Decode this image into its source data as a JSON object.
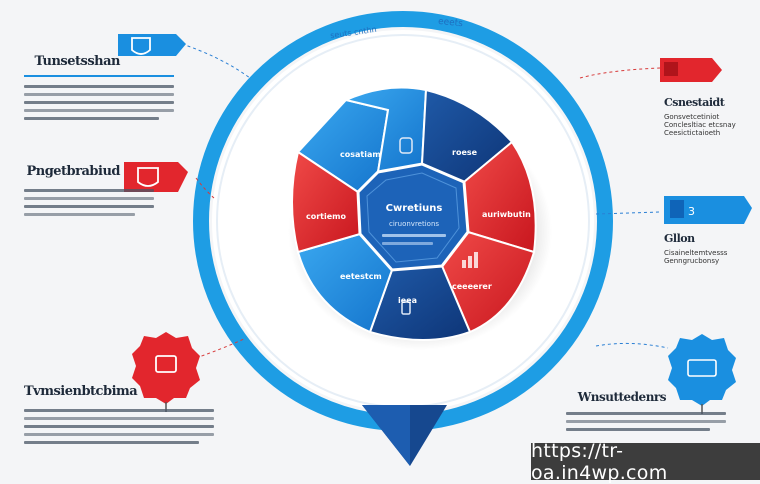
{
  "center": {
    "label": "Cwretiuns",
    "sub": "ciruonvretions"
  },
  "ring": {
    "top_labels": [
      "seuts cnthn",
      "eeets"
    ]
  },
  "sectors": [
    {
      "id": "top-left",
      "label": "cosatiam"
    },
    {
      "id": "top-right",
      "label": "roese"
    },
    {
      "id": "right",
      "label": "auriwbutin"
    },
    {
      "id": "bottom-right",
      "label": "ceeeerer"
    },
    {
      "id": "bottom",
      "label": "ieea"
    },
    {
      "id": "bottom-left",
      "label": "eetestcm"
    },
    {
      "id": "left",
      "label": "cortiemo"
    }
  ],
  "panels": {
    "top_left": {
      "title": "Tunsetsshan"
    },
    "mid_left": {
      "title": "Pngetbrabiud"
    },
    "bottom_left": {
      "title": "Tvmsienbtcbima"
    },
    "top_right": {
      "title": "Csnestaidt",
      "lines": [
        "Gonsvetcetiniot",
        "Conclesltiac etcsnay",
        "Ceesictictaioeth"
      ]
    },
    "mid_right": {
      "title": "Gllon",
      "lines": [
        "Cisaineltemtvesss",
        "Genngrucbonsy"
      ]
    },
    "bottom_right": {
      "title": "Wnsuttedenrs"
    }
  },
  "watermark": "https://tr-oa.in4wp.com",
  "colors": {
    "blue": "#1a8fe0",
    "dark_blue": "#123f8a",
    "red": "#e2262d",
    "ring": "#1e9de4"
  }
}
